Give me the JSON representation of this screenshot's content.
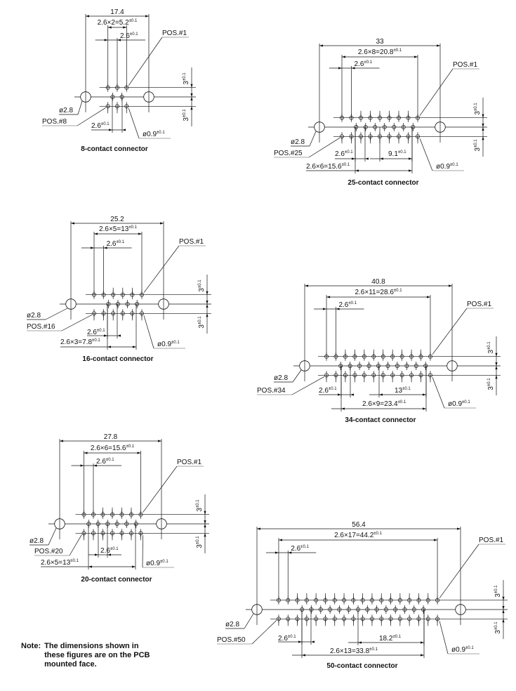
{
  "connectors": [
    {
      "caption": "8-contact connector",
      "overall": "17.4",
      "span": {
        "text": "2.6×2=5.2",
        "tol": "±0.1"
      },
      "pitch": {
        "text": "2.6",
        "tol": "±0.1"
      },
      "pos_first": "POS.#1",
      "pos_last": "POS.#8",
      "hole_dia": "ø2.8",
      "pin_dia": {
        "text": "ø0.9",
        "tol": "±0.1"
      },
      "row_offset": {
        "text": "3",
        "tol": "±0.1"
      },
      "lower_dims": [
        {
          "text": "2.6",
          "tol": "±0.1"
        }
      ]
    },
    {
      "caption": "25-contact connector",
      "overall": "33",
      "span": {
        "text": "2.6×8=20.8",
        "tol": "±0.1"
      },
      "pitch": {
        "text": "2.6",
        "tol": "±0.1"
      },
      "pos_first": "POS.#1",
      "pos_last": "POS.#25",
      "hole_dia": "ø2.8",
      "pin_dia": {
        "text": "ø0.9",
        "tol": "±0.1"
      },
      "row_offset": {
        "text": "3",
        "tol": "±0.1"
      },
      "lower_dims": [
        {
          "text": "2.6",
          "tol": "±0.1"
        },
        {
          "text": "9.1",
          "tol": "±0.1"
        },
        {
          "text": "2.6×6=15.6",
          "tol": "±0.1"
        }
      ]
    },
    {
      "caption": "16-contact connector",
      "overall": "25.2",
      "span": {
        "text": "2.6×5=13",
        "tol": "±0.1"
      },
      "pitch": {
        "text": "2.6",
        "tol": "±0.1"
      },
      "pos_first": "POS.#1",
      "pos_last": "POS.#16",
      "hole_dia": "ø2.8",
      "pin_dia": {
        "text": "ø0.9",
        "tol": "±0.1"
      },
      "row_offset": {
        "text": "3",
        "tol": "±0.1"
      },
      "lower_dims": [
        {
          "text": "2.6",
          "tol": "±0.1"
        },
        {
          "text": "2.6×3=7.8",
          "tol": "±0.1"
        }
      ]
    },
    {
      "caption": "34-contact connector",
      "overall": "40.8",
      "span": {
        "text": "2.6×11=28.6",
        "tol": "±0.1"
      },
      "pitch": {
        "text": "2.6",
        "tol": "±0.1"
      },
      "pos_first": "POS.#1",
      "pos_last": "POS.#34",
      "hole_dia": "ø2.8",
      "pin_dia": {
        "text": "ø0.9",
        "tol": "±0.1"
      },
      "row_offset": {
        "text": "3",
        "tol": "±0.1"
      },
      "lower_dims": [
        {
          "text": "2.6",
          "tol": "±0.1"
        },
        {
          "text": "13",
          "tol": "±0.1"
        },
        {
          "text": "2.6×9=23.4",
          "tol": "±0.1"
        }
      ]
    },
    {
      "caption": "20-contact connector",
      "overall": "27.8",
      "span": {
        "text": "2.6×6=15.6",
        "tol": "±0.1"
      },
      "pitch": {
        "text": "2.6",
        "tol": "±0.1"
      },
      "pos_first": "POS.#1",
      "pos_last": "POS.#20",
      "hole_dia": "ø2.8",
      "pin_dia": {
        "text": "ø0.9",
        "tol": "±0.1"
      },
      "row_offset": {
        "text": "3",
        "tol": "±0.1"
      },
      "lower_dims": [
        {
          "text": "2.6",
          "tol": "±0.1"
        },
        {
          "text": "2.6×5=13",
          "tol": "±0.1"
        }
      ]
    },
    {
      "caption": "50-contact connector",
      "overall": "56.4",
      "span": {
        "text": "2.6×17=44.2",
        "tol": "±0.1"
      },
      "pitch": {
        "text": "2.6",
        "tol": "±0.1"
      },
      "pos_first": "POS.#1",
      "pos_last": "POS.#50",
      "hole_dia": "ø2.8",
      "pin_dia": {
        "text": "ø0.9",
        "tol": "±0.1"
      },
      "row_offset": {
        "text": "3",
        "tol": "±0.1"
      },
      "lower_dims": [
        {
          "text": "2.6",
          "tol": "±0.1"
        },
        {
          "text": "18.2",
          "tol": "±0.1"
        },
        {
          "text": "2.6×13=33.8",
          "tol": "±0.1"
        }
      ]
    }
  ],
  "note": {
    "label": "Note:",
    "text": "The dimensions shown in these figures are on the PCB mounted face."
  }
}
